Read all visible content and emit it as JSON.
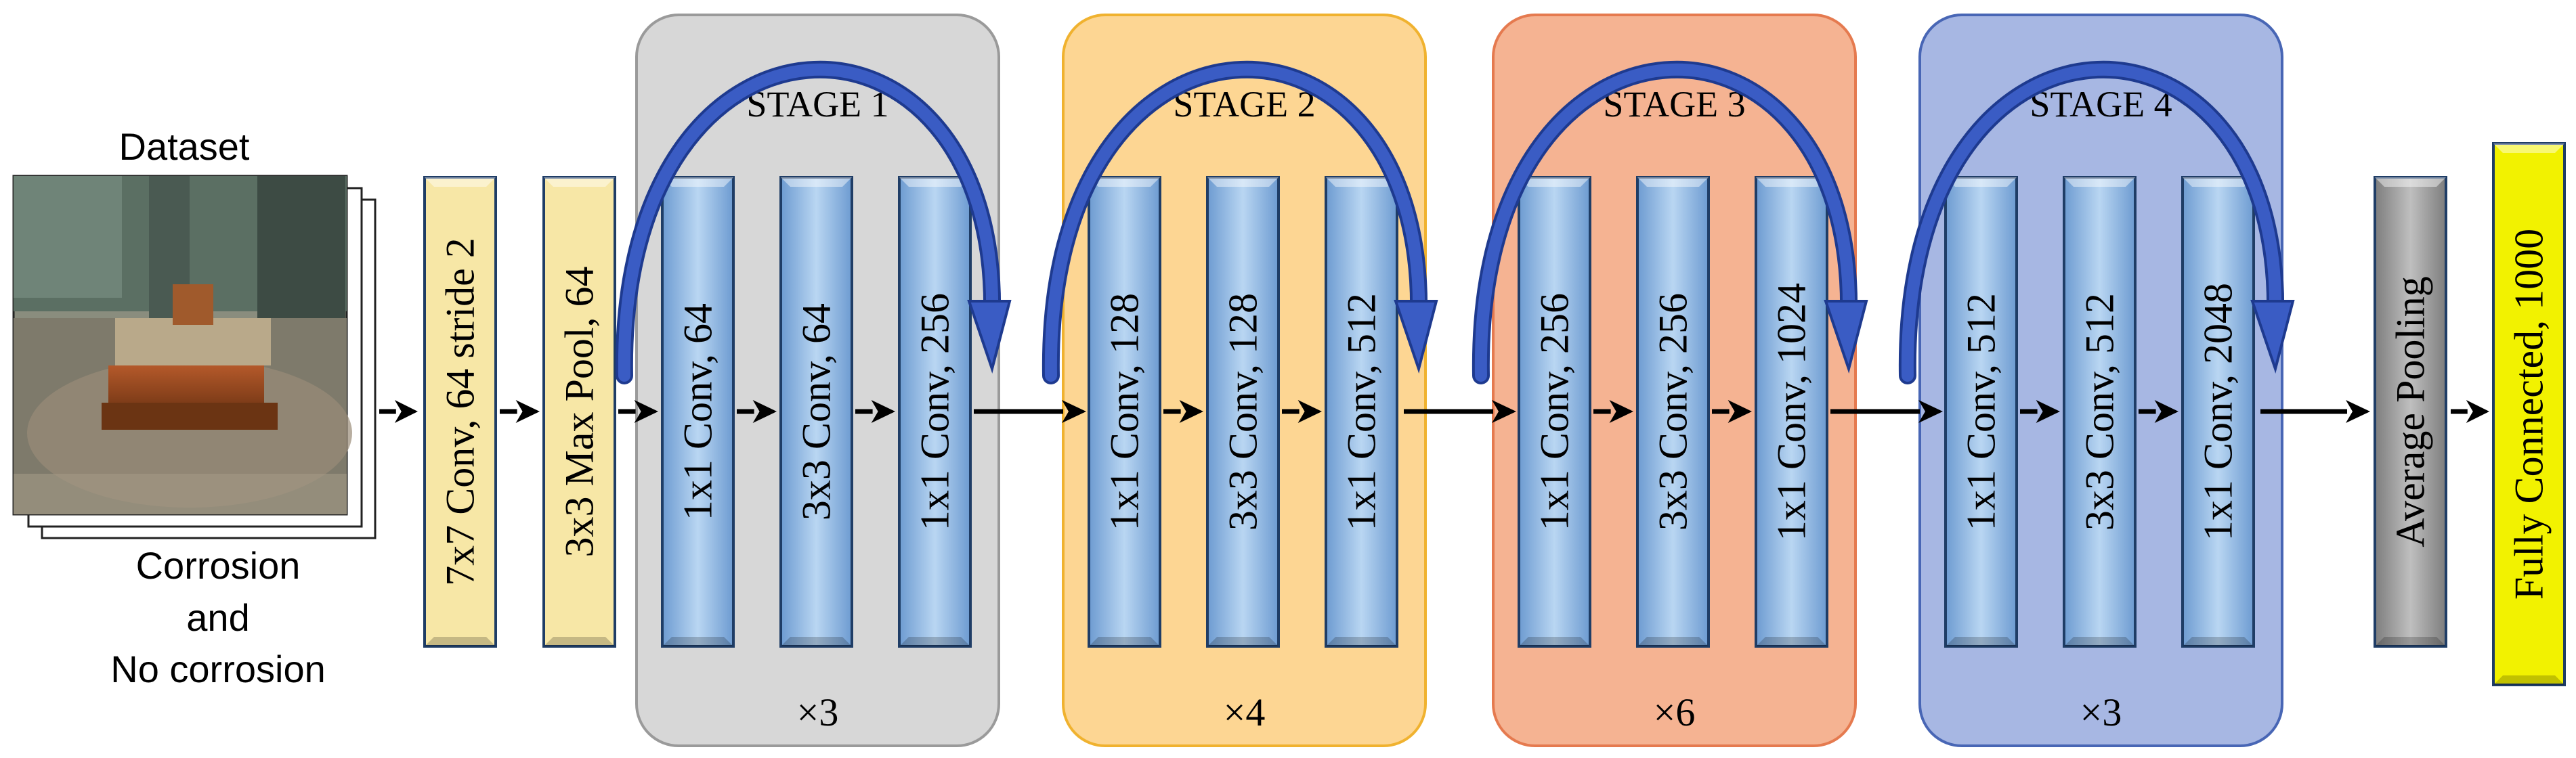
{
  "input": {
    "heading": "Dataset",
    "caption_lines": [
      "Corrosion",
      "and",
      "No corrosion"
    ]
  },
  "stem": {
    "conv_label": "7x7 Conv, 64 stride 2",
    "pool_label": "3x3 Max Pool, 64"
  },
  "stages": [
    {
      "title": "STAGE 1",
      "repeat": "×3",
      "color": "#d7d7d7",
      "border": "#9a9a9a",
      "layers": [
        "1x1 Conv, 64",
        "3x3 Conv, 64",
        "1x1 Conv, 256"
      ]
    },
    {
      "title": "STAGE 2",
      "repeat": "×4",
      "color": "#fdd693",
      "border": "#f0b22f",
      "layers": [
        "1x1 Conv, 128",
        "3x3 Conv, 128",
        "1x1 Conv, 512"
      ]
    },
    {
      "title": "STAGE 3",
      "repeat": "×6",
      "color": "#f5b392",
      "border": "#e57a4f",
      "layers": [
        "1x1 Conv, 256",
        "3x3 Conv, 256",
        "1x1 Conv, 1024"
      ]
    },
    {
      "title": "STAGE 4",
      "repeat": "×3",
      "color": "#a7b7e3",
      "border": "#4866b5",
      "layers": [
        "1x1 Conv, 512",
        "3x3 Conv, 512",
        "1x1 Conv, 2048"
      ]
    }
  ],
  "head": {
    "pool_label": "Average Pooling",
    "fc_label": "Fully Connected, 1000"
  },
  "colors": {
    "stem_block": "#f7e7a6",
    "conv_block": "#8fb8e0",
    "pool_block": "#9e9e9e",
    "fc_block": "#f2f200",
    "skip_arrow": "#3a5cc4",
    "flow_arrow": "#000000"
  }
}
